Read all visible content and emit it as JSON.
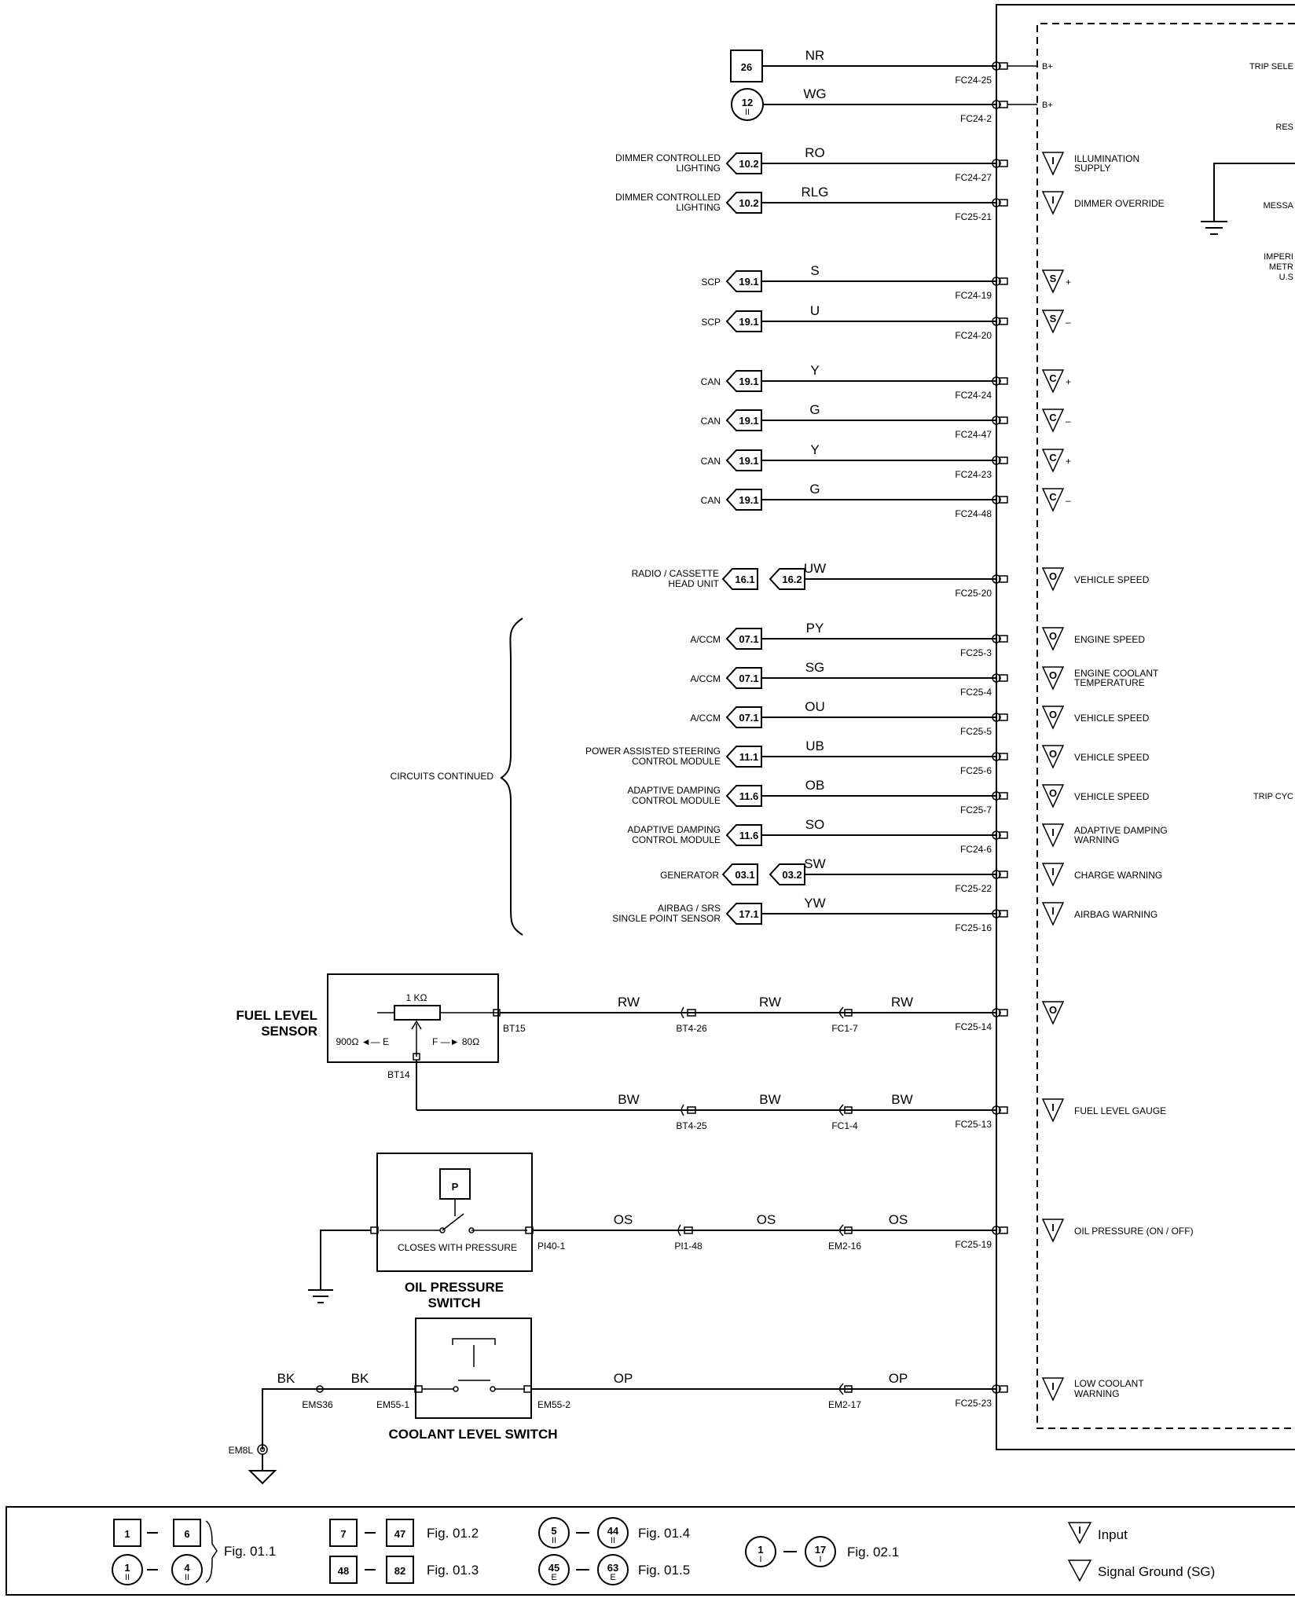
{
  "instrument_pack": {
    "title": "INSTRUMENT PACK",
    "right_labels": [
      "TRIP SELE",
      "RES",
      "MESSA",
      "IMPERI",
      "METR",
      "U.S",
      "TRIP CYC"
    ],
    "pins": [
      {
        "ref_boxes": [
          "26"
        ],
        "ref_style": "square",
        "left_label": [],
        "color": "NR",
        "connector": "FC24-25",
        "symbol": "",
        "signal": "B+"
      },
      {
        "ref_boxes": [
          "12"
        ],
        "ref_style": "circle",
        "ref_sub": "II",
        "left_label": [],
        "color": "WG",
        "connector": "FC24-2",
        "symbol": "",
        "signal": "B+"
      },
      {
        "ref_boxes": [
          "10.2"
        ],
        "left_label": [
          "DIMMER CONTROLLED",
          "LIGHTING"
        ],
        "color": "RO",
        "connector": "FC24-27",
        "symbol": "I",
        "signal": "ILLUMINATION|SUPPLY"
      },
      {
        "ref_boxes": [
          "10.2"
        ],
        "left_label": [
          "DIMMER CONTROLLED",
          "LIGHTING"
        ],
        "color": "RLG",
        "connector": "FC25-21",
        "symbol": "I",
        "signal": "DIMMER OVERRIDE"
      },
      {
        "ref_boxes": [
          "19.1"
        ],
        "left_label": [
          "SCP"
        ],
        "color": "S",
        "connector": "FC24-19",
        "symbol": "S",
        "signal": "+"
      },
      {
        "ref_boxes": [
          "19.1"
        ],
        "left_label": [
          "SCP"
        ],
        "color": "U",
        "connector": "FC24-20",
        "symbol": "S",
        "signal": "–"
      },
      {
        "ref_boxes": [
          "19.1"
        ],
        "left_label": [
          "CAN"
        ],
        "color": "Y",
        "connector": "FC24-24",
        "symbol": "C",
        "signal": "+"
      },
      {
        "ref_boxes": [
          "19.1"
        ],
        "left_label": [
          "CAN"
        ],
        "color": "G",
        "connector": "FC24-47",
        "symbol": "C",
        "signal": "–"
      },
      {
        "ref_boxes": [
          "19.1"
        ],
        "left_label": [
          "CAN"
        ],
        "color": "Y",
        "connector": "FC24-23",
        "symbol": "C",
        "signal": "+"
      },
      {
        "ref_boxes": [
          "19.1"
        ],
        "left_label": [
          "CAN"
        ],
        "color": "G",
        "connector": "FC24-48",
        "symbol": "C",
        "signal": "–"
      },
      {
        "ref_boxes": [
          "16.1",
          "16.2"
        ],
        "left_label": [
          "RADIO / CASSETTE",
          "HEAD UNIT"
        ],
        "color": "UW",
        "connector": "FC25-20",
        "symbol": "O",
        "signal": "VEHICLE SPEED"
      },
      {
        "ref_boxes": [
          "07.1"
        ],
        "left_label": [
          "A/CCM"
        ],
        "color": "PY",
        "connector": "FC25-3",
        "symbol": "O",
        "signal": "ENGINE SPEED"
      },
      {
        "ref_boxes": [
          "07.1"
        ],
        "left_label": [
          "A/CCM"
        ],
        "color": "SG",
        "connector": "FC25-4",
        "symbol": "O",
        "signal": "ENGINE COOLANT|TEMPERATURE"
      },
      {
        "ref_boxes": [
          "07.1"
        ],
        "left_label": [
          "A/CCM"
        ],
        "color": "OU",
        "connector": "FC25-5",
        "symbol": "O",
        "signal": "VEHICLE SPEED"
      },
      {
        "ref_boxes": [
          "11.1"
        ],
        "left_label": [
          "POWER ASSISTED STEERING",
          "CONTROL MODULE"
        ],
        "color": "UB",
        "connector": "FC25-6",
        "symbol": "O",
        "signal": "VEHICLE SPEED"
      },
      {
        "ref_boxes": [
          "11.6"
        ],
        "left_label": [
          "ADAPTIVE DAMPING",
          "CONTROL MODULE"
        ],
        "color": "OB",
        "connector": "FC25-7",
        "symbol": "O",
        "signal": "VEHICLE SPEED"
      },
      {
        "ref_boxes": [
          "11.6"
        ],
        "left_label": [
          "ADAPTIVE DAMPING",
          "CONTROL MODULE"
        ],
        "color": "SO",
        "connector": "FC24-6",
        "symbol": "I",
        "signal": "ADAPTIVE DAMPING|WARNING"
      },
      {
        "ref_boxes": [
          "03.1",
          "03.2"
        ],
        "left_label": [
          "GENERATOR"
        ],
        "color": "SW",
        "connector": "FC25-22",
        "symbol": "I",
        "signal": "CHARGE WARNING"
      },
      {
        "ref_boxes": [
          "17.1"
        ],
        "left_label": [
          "AIRBAG / SRS",
          "SINGLE POINT SENSOR"
        ],
        "color": "YW",
        "connector": "FC25-16",
        "symbol": "I",
        "signal": "AIRBAG WARNING"
      }
    ],
    "circuits_continued": "CIRCUITS CONTINUED"
  },
  "fuel_sensor": {
    "title_line1": "FUEL LEVEL",
    "title_line2": "SENSOR",
    "resistance": "1 KΩ",
    "empty": "900Ω ◄— E",
    "full": "F —► 80Ω",
    "pin_sig": "BT15",
    "pin_gnd": "BT14",
    "signal_wire": {
      "colors": [
        "RW",
        "RW",
        "RW"
      ],
      "connectors": [
        "BT4-26",
        "FC1-7",
        "FC25-14"
      ],
      "symbol": "O",
      "signal": ""
    },
    "ground_wire": {
      "colors": [
        "BW",
        "BW",
        "BW"
      ],
      "connectors": [
        "BT4-25",
        "FC1-4",
        "FC25-13"
      ],
      "symbol": "I",
      "signal": "FUEL LEVEL GAUGE"
    }
  },
  "oil_switch": {
    "title_line1": "OIL PRESSURE",
    "title_line2": "SWITCH",
    "p_label": "P",
    "caption": "CLOSES WITH PRESSURE",
    "wire": {
      "colors": [
        "OS",
        "OS",
        "OS"
      ],
      "connectors": [
        "PI40-1",
        "PI1-48",
        "EM2-16",
        "FC25-19"
      ],
      "symbol": "I",
      "signal": "OIL PRESSURE (ON / OFF)"
    }
  },
  "coolant_switch": {
    "title": "COOLANT LEVEL SWITCH",
    "left_wire": {
      "colors": [
        "BK",
        "BK"
      ],
      "connectors": [
        "EMS36",
        "EM55-1",
        "EM8L"
      ]
    },
    "wire": {
      "colors": [
        "OP",
        "OP"
      ],
      "connectors": [
        "EM55-2",
        "EM2-17",
        "FC25-23"
      ],
      "symbol": "I",
      "signal": "LOW COOLANT|WARNING"
    }
  },
  "legend": {
    "fig011": "Fig. 01.1",
    "fig012": "Fig. 01.2",
    "fig013": "Fig. 01.3",
    "fig014": "Fig. 01.4",
    "fig015": "Fig. 01.5",
    "fig021": "Fig. 02.1",
    "n1": "1",
    "n6": "6",
    "c1": "1",
    "c4": "4",
    "n7": "7",
    "n47": "47",
    "n48": "48",
    "n82": "82",
    "c5": "5",
    "c44": "44",
    "c45": "45",
    "c63": "63",
    "c1b": "1",
    "c17": "17",
    "sub_ii": "II",
    "sub_e": "E",
    "sub_i": "I",
    "input_label": "Input",
    "input_sym": "I",
    "sg_label": "Signal Ground (SG)"
  }
}
